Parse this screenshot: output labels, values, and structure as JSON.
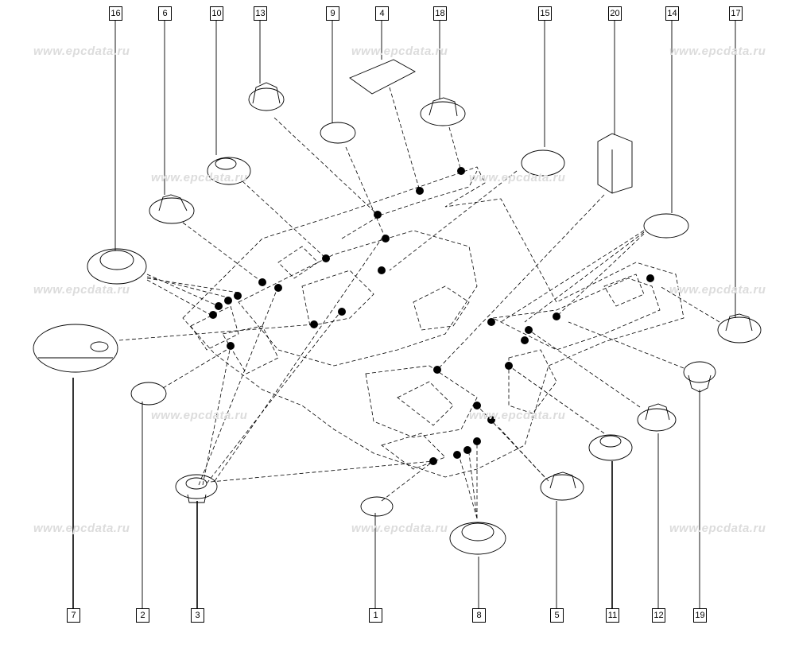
{
  "watermark": "www.epcdata.ru",
  "callouts_top": [
    "16",
    "6",
    "10",
    "13",
    "9",
    "4",
    "18",
    "15",
    "20",
    "14",
    "17"
  ],
  "callouts_bottom": [
    "7",
    "2",
    "3",
    "1",
    "8",
    "5",
    "11",
    "12",
    "19"
  ]
}
